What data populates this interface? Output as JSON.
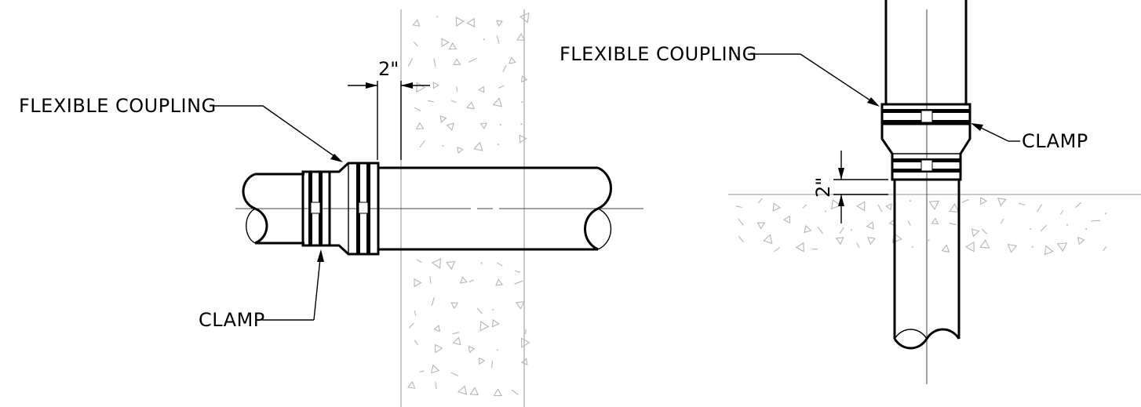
{
  "left_detail": {
    "coupling_label": "FLEXIBLE COUPLING",
    "clamp_label": "CLAMP",
    "dimension_label": "2\""
  },
  "right_detail": {
    "coupling_label": "FLEXIBLE COUPLING",
    "clamp_label": "CLAMP",
    "dimension_label": "2\""
  },
  "colors": {
    "line": "#000000",
    "concrete": "#b5b5b5",
    "background": "#ffffff"
  }
}
